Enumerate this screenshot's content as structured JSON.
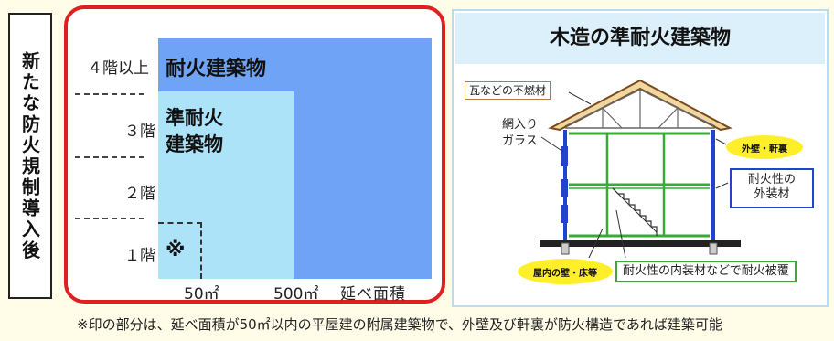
{
  "left_label": "新たな防火規制導入後",
  "floors": {
    "f4": "４階以上",
    "f3": "３階",
    "f2": "２階",
    "f1": "１階"
  },
  "boxes": {
    "fireproof": "耐火建築物",
    "quasi_line1": "準耐火",
    "quasi_line2": "建築物",
    "mark": "※"
  },
  "axis": {
    "x1": "50㎡",
    "x2": "500㎡",
    "xlabel": "延べ面積"
  },
  "right": {
    "title": "木造の準耐火建築物",
    "roof_label": "瓦などの不燃材",
    "glass_label_line1": "網入り",
    "glass_label_line2": "ガラス",
    "exterior_bubble": "外壁・軒裏",
    "exterior_label_line1": "耐火性の",
    "exterior_label_line2": "外装材",
    "interior_bubble": "屋内の壁・床等",
    "interior_label": "耐火性の内装材などで耐火被覆"
  },
  "footnote": "※印の部分は、延べ面積が50㎡以内の平屋建の附属建築物で、外壁及び軒裏が防火構造であれば建築可能",
  "colors": {
    "frame_red": "#e02020",
    "fireproof_blue": "#6fa3f5",
    "quasi_lightblue": "#ace3f8",
    "bubble_yellow": "#ffef2a",
    "structure_green": "#3aa83a",
    "wall_blue": "#2244cc"
  }
}
